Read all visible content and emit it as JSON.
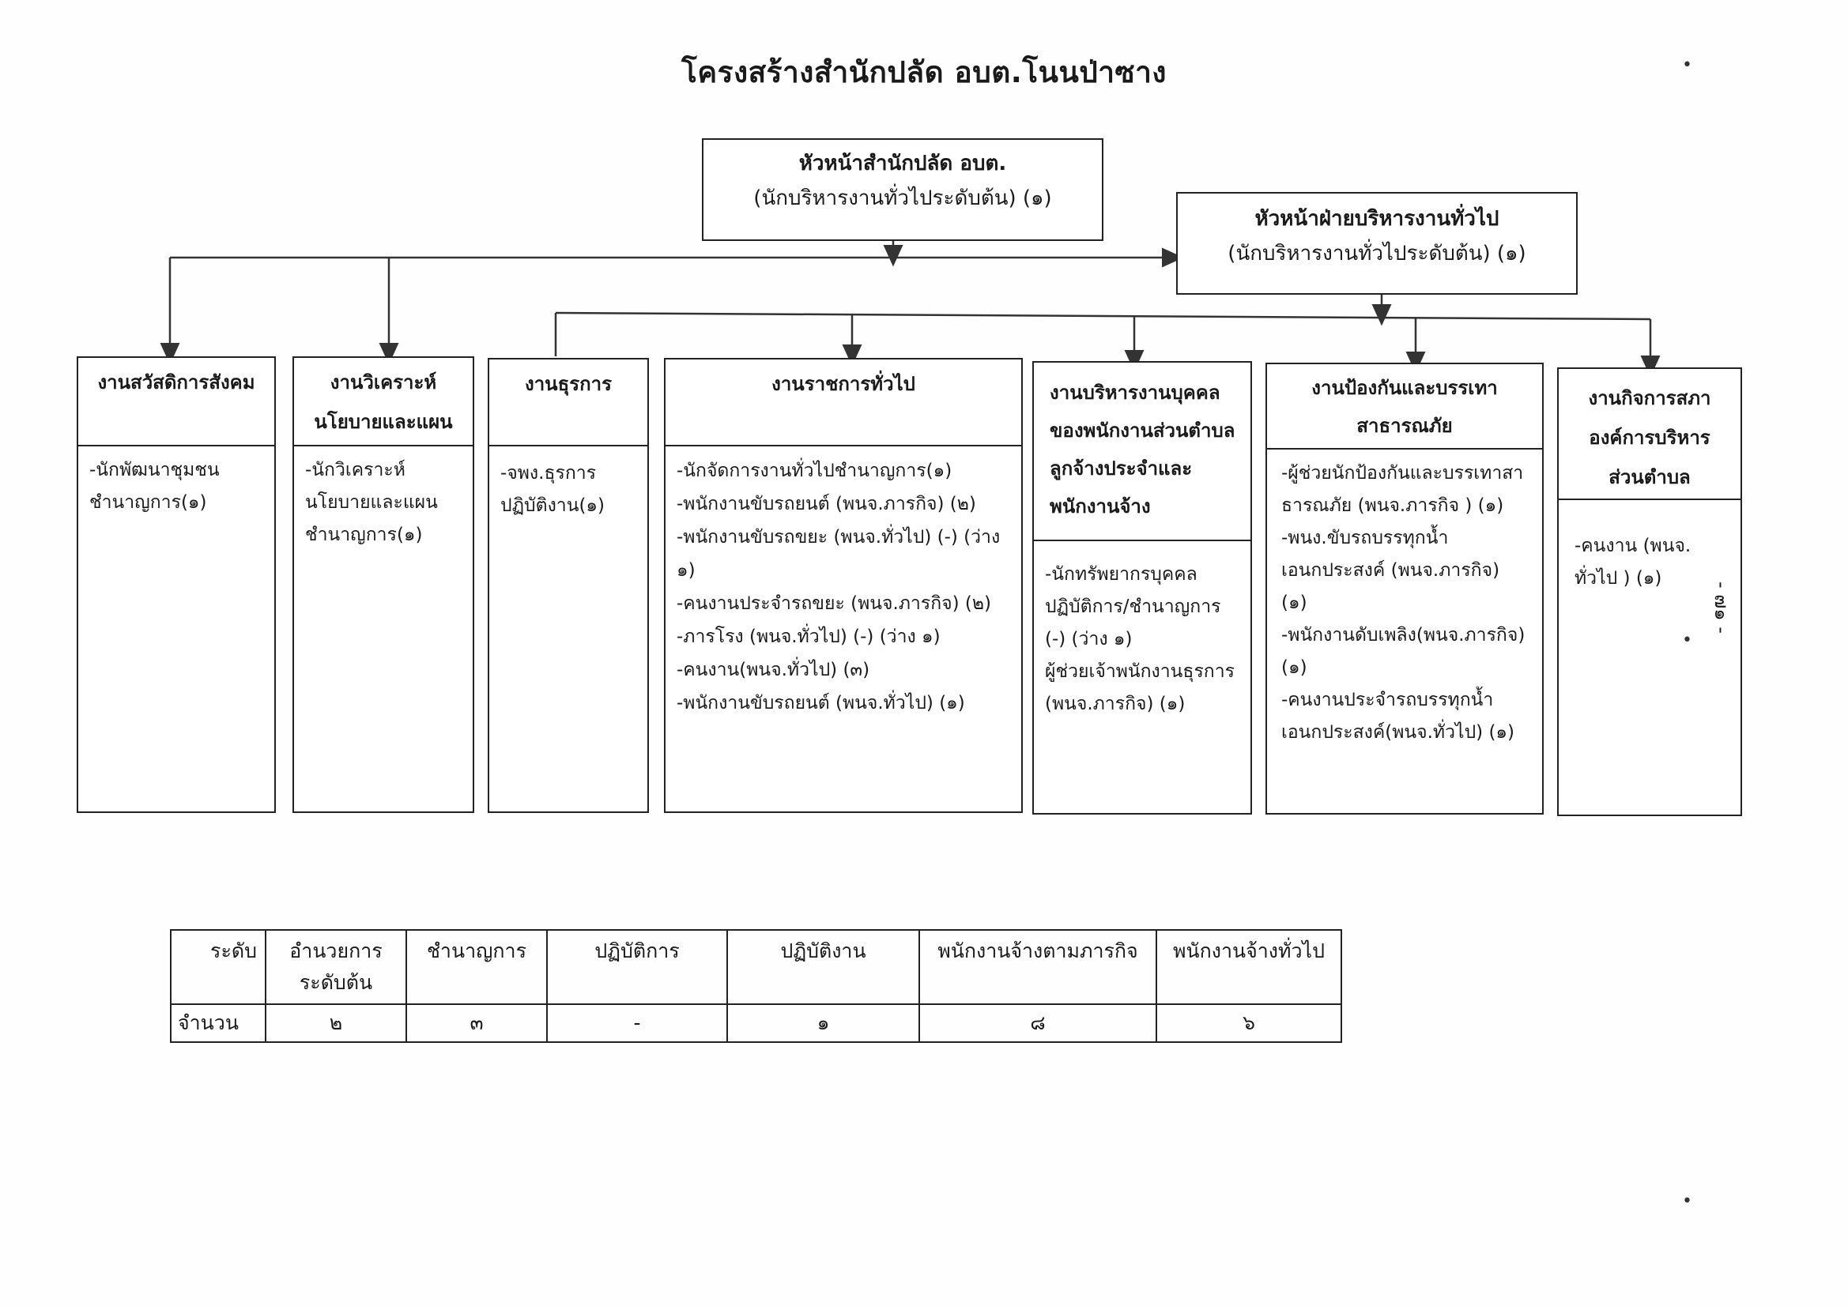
{
  "title": "โครงสร้างสำนักปลัด อบต.โนนป่าซาง",
  "head": {
    "title": "หัวหน้าสำนักปลัด อบต.",
    "subtitle": "(นักบริหารงานทั่วไประดับต้น) (๑)"
  },
  "deputy": {
    "title": "หัวหน้าฝ่ายบริหารงานทั่วไป",
    "subtitle": "(นักบริหารงานทั่วไประดับต้น) (๑)"
  },
  "units": [
    {
      "name": "งานสวัสดิการสังคม",
      "staff": "-นักพัฒนาชุมชน\n ชำนาญการ(๑)"
    },
    {
      "name": "งานวิเคราะห์\nนโยบายและแผน",
      "staff": "-นักวิเคราะห์\nนโยบายและแผน\nชำนาญการ(๑)"
    },
    {
      "name": "งานธุรการ",
      "staff": "-จพง.ธุรการ\nปฏิบัติงาน(๑)"
    },
    {
      "name": "งานราชการทั่วไป",
      "staff": "-นักจัดการงานทั่วไปชำนาญการ(๑)\n-พนักงานขับรถยนต์ (พนจ.ภารกิจ) (๒)\n-พนักงานขับรถขยะ (พนจ.ทั่วไป) (-) (ว่าง\n๑)\n-คนงานประจำรถขยะ (พนจ.ภารกิจ) (๒)\n-ภารโรง (พนจ.ทั่วไป) (-) (ว่าง ๑)\n-คนงาน(พนจ.ทั่วไป) (๓)\n-พนักงานขับรถยนต์ (พนจ.ทั่วไป) (๑)"
    },
    {
      "name": "งานบริหารงานบุคคล\nของพนักงานส่วนตำบล\nลูกจ้างประจำและ\nพนักงานจ้าง",
      "staff": "-นักทรัพยากรบุคคล\nปฏิบัติการ/ชำนาญการ\n(-) (ว่าง ๑)\nผู้ช่วยเจ้าพนักงานธุรการ\n(พนจ.ภารกิจ) (๑)"
    },
    {
      "name": "งานป้องกันและบรรเทา\nสาธารณภัย",
      "staff": "-ผู้ช่วยนักป้องกันและบรรเทาสา\nธารณภัย (พนจ.ภารกิจ ) (๑)\n-พนง.ขับรถบรรทุกน้ำ\nเอนกประสงค์ (พนจ.ภารกิจ)\n(๑)\n-พนักงานดับเพลิง(พนจ.ภารกิจ)\n(๑)\n-คนงานประจำรถบรรทุกน้ำ\nเอนกประสงค์(พนจ.ทั่วไป) (๑)"
    },
    {
      "name": "งานกิจการสภา\nองค์การบริหาร\nส่วนตำบล",
      "staff": "-คนงาน (พนจ.\nทั่วไป ) (๑)"
    }
  ],
  "summary": {
    "level_label": "ระดับ",
    "count_label": "จำนวน",
    "columns": [
      "อำนวยการ\nระดับต้น",
      "ชำนาญการ",
      "ปฏิบัติการ",
      "ปฏิบัติงาน",
      "พนักงานจ้างตามภารกิจ",
      "พนักงานจ้างทั่วไป"
    ],
    "counts": [
      "๒",
      "๓",
      "-",
      "๑",
      "๘",
      "๖"
    ]
  },
  "page_mark": "- ๗๑ -"
}
